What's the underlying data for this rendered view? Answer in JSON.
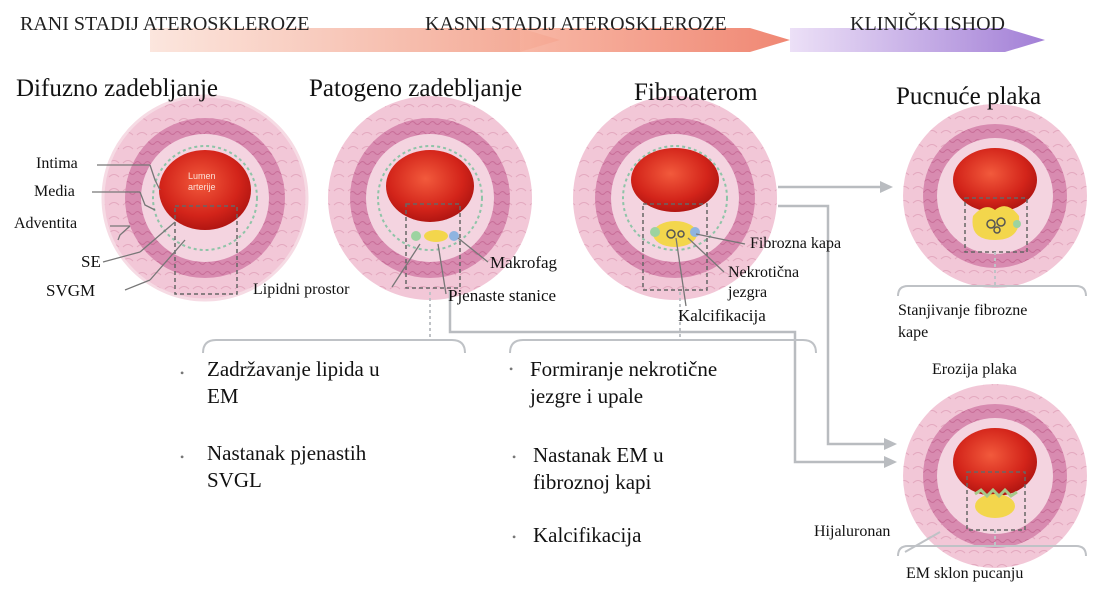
{
  "stages": {
    "early": "RANI STADIJ ATEROSKLEROZE",
    "late": "KASNI STADIJ ATEROSKLEROZE",
    "clinical": "KLINIČKI ISHOD"
  },
  "panels": {
    "p1": "Difuzno zadebljanje",
    "p2": "Patogeno zadebljanje",
    "p3": "Fibroaterom",
    "p4": "Pucnuće plaka"
  },
  "layers": {
    "intima": "Intima",
    "media": "Media",
    "adventitia": "Adventita",
    "se": "SE",
    "svgm": "SVGM",
    "lumen_line1": "Lumen",
    "lumen_line2": "arterije"
  },
  "callouts": {
    "lipid_space": "Lipidni prostor",
    "macrophage": "Makrofag",
    "foam_cells": "Pjenaste stanice",
    "fibrous_cap": "Fibrozna kapa",
    "necrotic_line1": "Nekrotična",
    "necrotic_line2": "jezgra",
    "calcification": "Kalcifikacija",
    "cap_thinning_line1": "Stanjivanje fibrozne",
    "cap_thinning_line2": "kape",
    "erosion": "Erozija plaka",
    "hyaluronan": "Hijaluronan",
    "em_prone": "EM sklon pucanju"
  },
  "bullets_left": {
    "b1_line1": "Zadržavanje lipida u",
    "b1_line2": "EM",
    "b2_line1": "Nastanak pjenastih",
    "b2_line2": "SVGL"
  },
  "bullets_right": {
    "b1_line1": "Formiranje nekrotične",
    "b1_line2": "jezgre i upale",
    "b2_line1": "Nastanak EM u",
    "b2_line2": "fibroznoj kapi",
    "b3": "Kalcifikacija"
  },
  "colors": {
    "arrow_early": "#f0a088",
    "arrow_late": "#f07c68",
    "arrow_clinical": "#a88bd8",
    "adventitia": "#f3cfda",
    "media": "#d98aae",
    "intima": "#f6d8e4",
    "lumen": "#d0261a",
    "plaque": "#f3d64c",
    "connector": "#b9bcc0"
  }
}
